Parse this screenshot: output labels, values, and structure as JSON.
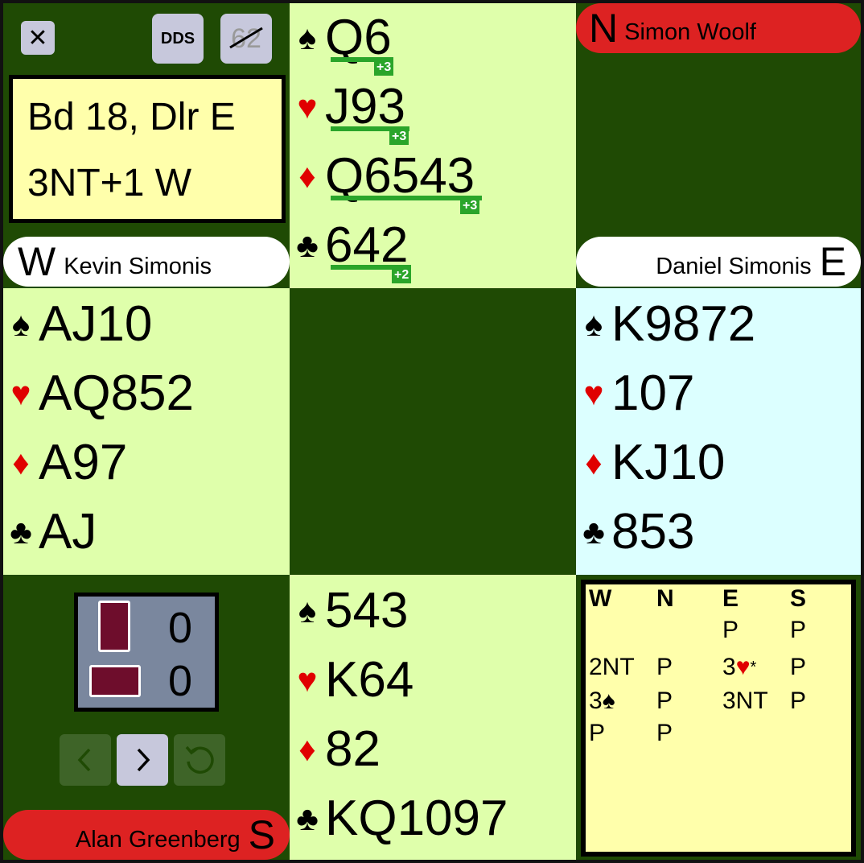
{
  "board_info": {
    "line1": "Bd 18, Dlr E",
    "line2": "3NT+1 W"
  },
  "toolbar": {
    "close_label": "✕",
    "dds_label": "DDS",
    "toggle_label": "62"
  },
  "players": {
    "north": {
      "dir": "N",
      "name": "Simon Woolf"
    },
    "west": {
      "dir": "W",
      "name": "Kevin Simonis"
    },
    "east": {
      "dir": "E",
      "name": "Daniel Simonis"
    },
    "south": {
      "dir": "S",
      "name": "Alan Greenberg"
    }
  },
  "hands": {
    "north": {
      "spades": "Q6",
      "hearts": "J93",
      "diamonds": "Q6543",
      "clubs": "642",
      "dds": {
        "spades": "+3",
        "hearts": "+3",
        "diamonds": "+3",
        "clubs": "+2"
      }
    },
    "west": {
      "spades": "AJ10",
      "hearts": "AQ852",
      "diamonds": "A97",
      "clubs": "AJ"
    },
    "east": {
      "spades": "K9872",
      "hearts": "107",
      "diamonds": "KJ10",
      "clubs": "853"
    },
    "south": {
      "spades": "543",
      "hearts": "K64",
      "diamonds": "82",
      "clubs": "KQ1097"
    }
  },
  "suits": {
    "spades": "♠",
    "hearts": "♥",
    "diamonds": "♦",
    "clubs": "♣"
  },
  "tricks": {
    "vertical": "0",
    "horizontal": "0"
  },
  "auction": {
    "headers": [
      "W",
      "N",
      "E",
      "S"
    ],
    "W": [
      "",
      "2NT",
      "3♠",
      "P"
    ],
    "N": [
      "",
      "P",
      "P",
      "P"
    ],
    "E": [
      "P",
      "3♥*",
      "3NT",
      ""
    ],
    "S": [
      "P",
      "P",
      "P",
      ""
    ]
  },
  "nav": {
    "prev_icon": "chevron-left-icon",
    "next_icon": "chevron-right-icon",
    "reset_icon": "undo-icon"
  },
  "colors": {
    "north_south_pill": "#dd2222",
    "west_east_pill": "#ffffff",
    "hand_bg": "#dfffab",
    "active_hand_bg": "#dcffff",
    "table_bg": "#1f4a04",
    "dds_green": "#2aa52a"
  }
}
